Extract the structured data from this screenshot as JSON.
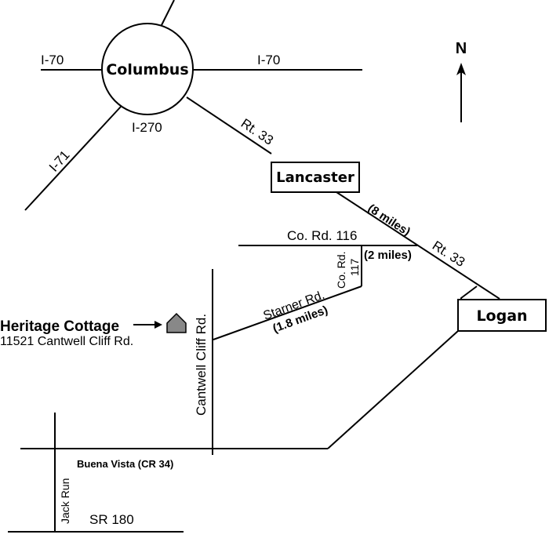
{
  "cities": {
    "columbus": "Columbus",
    "lancaster": "Lancaster",
    "logan": "Logan"
  },
  "highways": {
    "i70_west": "I-70",
    "i70_east": "I-70",
    "i270": "I-270",
    "i71": "I-71",
    "rt33_north": "Rt. 33",
    "rt33_south": "Rt. 33"
  },
  "roads": {
    "co_rd_116": "Co. Rd. 116",
    "co_rd_117_line1": "Co. Rd.",
    "co_rd_117_line2": "117",
    "starner_rd": "Starner Rd.",
    "cantwell_cliff_rd": "Cantwell Cliff Rd.",
    "buena_vista": "Buena Vista (CR 34)",
    "jack_run": "Jack Run",
    "sr180": "SR 180"
  },
  "distances": {
    "lancaster_to_co116": "(8 miles)",
    "co116": "(2 miles)",
    "starner": "(1.8 miles)"
  },
  "destination": {
    "name": "Heritage Cottage",
    "address": "11521 Cantwell Cliff Rd."
  },
  "compass": {
    "label": "N"
  }
}
